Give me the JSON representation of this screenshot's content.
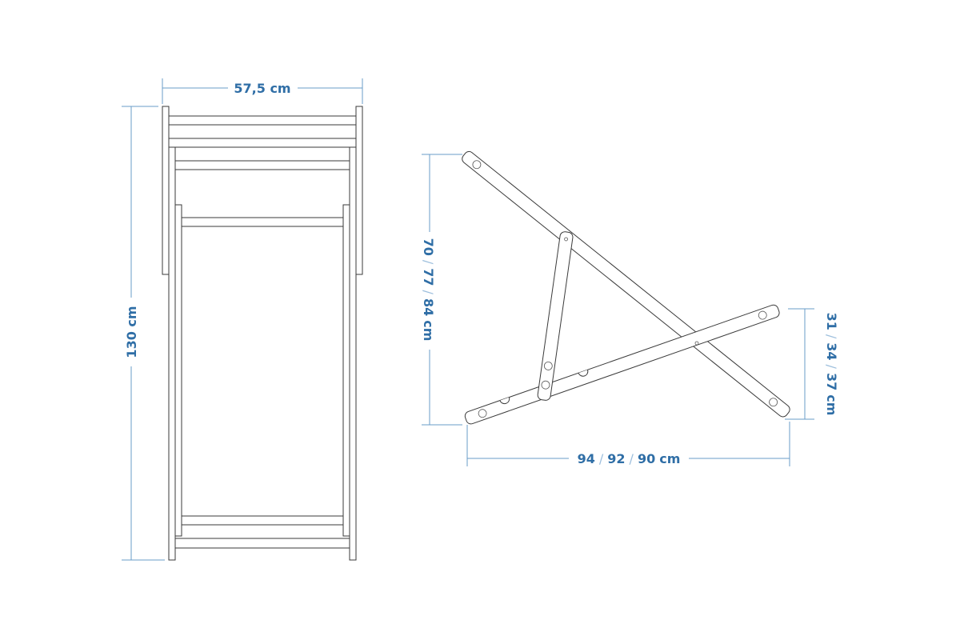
{
  "front_view": {
    "width_label": "57,5 cm",
    "height_label": "130 cm"
  },
  "side_view": {
    "height_values": [
      "70",
      "77",
      "84"
    ],
    "seat_height_values": [
      "31",
      "34",
      "37"
    ],
    "depth_values": [
      "94",
      "92",
      "90"
    ],
    "unit": "cm",
    "separator": "/"
  },
  "colors": {
    "dimension": "#2f6ea6",
    "line": "#3a3a3a"
  }
}
